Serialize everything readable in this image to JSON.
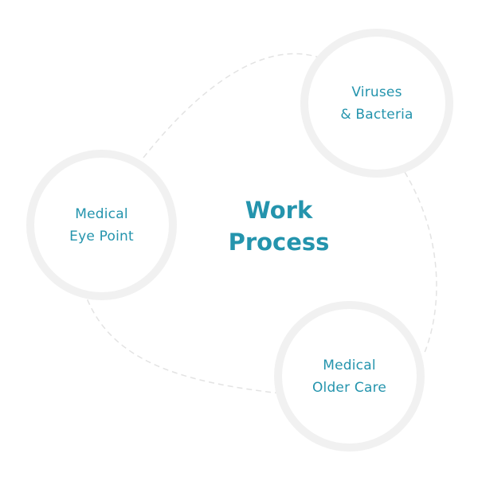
{
  "center": {
    "line1": "Work",
    "line2": "Process"
  },
  "nodes": [
    {
      "line1": "Viruses",
      "line2": "& Bacteria"
    },
    {
      "line1": "Medical",
      "line2": "Eye Point"
    },
    {
      "line1": "Medical",
      "line2": "Older Care"
    }
  ],
  "colors": {
    "accent": "#2494ad",
    "ring": "#f1f1f1",
    "connector": "#e3e3e3"
  }
}
